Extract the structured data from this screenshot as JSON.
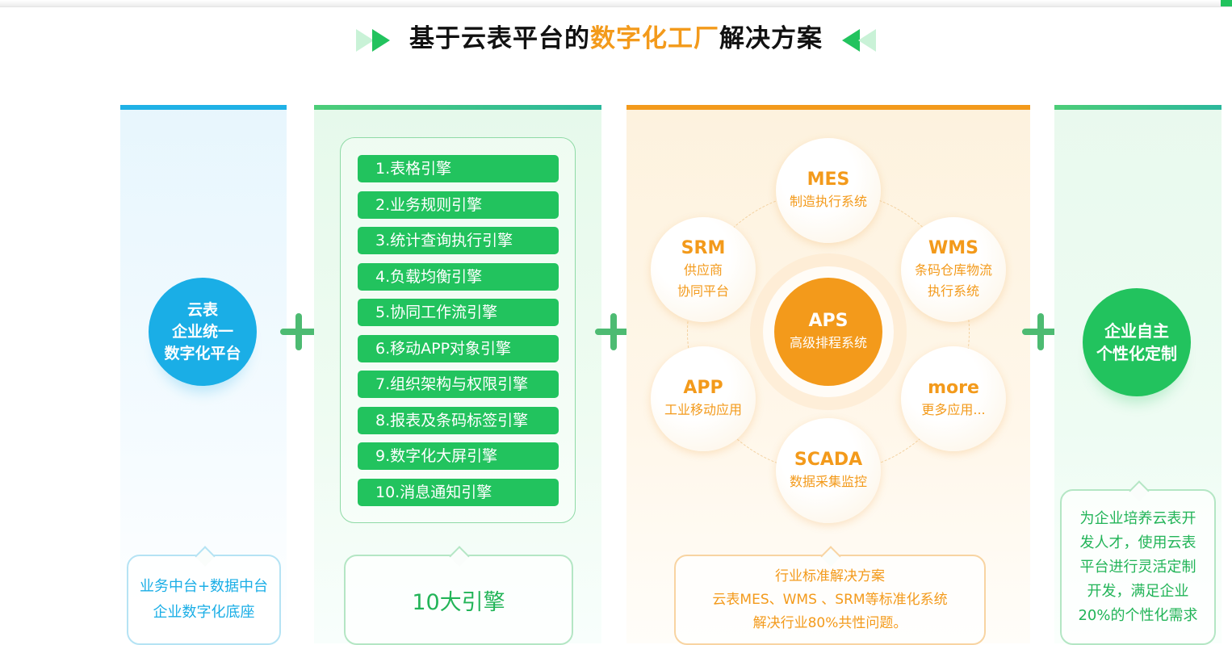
{
  "title": {
    "prefix": "基于云表平台的",
    "highlight": "数字化工厂",
    "suffix": "解决方案"
  },
  "col1": {
    "circle_lines": [
      "云表",
      "企业统一",
      "数字化平台"
    ],
    "bubble_lines": [
      "业务中台+数据中台",
      "企业数字化底座"
    ]
  },
  "col2": {
    "engines": [
      "1.表格引擎",
      "2.业务规则引擎",
      "3.统计查询执行引擎",
      "4.负载均衡引擎",
      "5.协同工作流引擎",
      "6.移动APP对象引擎",
      "7.组织架构与权限引擎",
      "8.报表及条码标签引擎",
      "9.数字化大屏引擎",
      "10.消息通知引擎"
    ],
    "bubble": "10大引擎"
  },
  "col3": {
    "center": {
      "name": "APS",
      "desc": "高级排程系统"
    },
    "systems": [
      {
        "name": "MES",
        "desc": [
          "制造执行系统"
        ]
      },
      {
        "name": "SRM",
        "desc": [
          "供应商",
          "协同平台"
        ]
      },
      {
        "name": "WMS",
        "desc": [
          "条码仓库物流",
          "执行系统"
        ]
      },
      {
        "name": "APP",
        "desc": [
          "工业移动应用"
        ]
      },
      {
        "name": "more",
        "desc": [
          "更多应用..."
        ]
      },
      {
        "name": "SCADA",
        "desc": [
          "数据采集监控"
        ]
      }
    ],
    "bubble_lines": [
      "行业标准解决方案",
      "云表MES、WMS 、SRM等标准化系统",
      "解决行业80%共性问题。"
    ]
  },
  "col4": {
    "circle_lines": [
      "企业自主",
      "个性化定制"
    ],
    "bubble_lines": [
      "为企业培养云表开",
      "发人才，使用云表",
      "平台进行灵活定制",
      "开发，满足企业",
      "20%的个性化需求"
    ]
  },
  "colors": {
    "blue": "#1aaee6",
    "green": "#22c35e",
    "orange": "#f39a1b"
  }
}
